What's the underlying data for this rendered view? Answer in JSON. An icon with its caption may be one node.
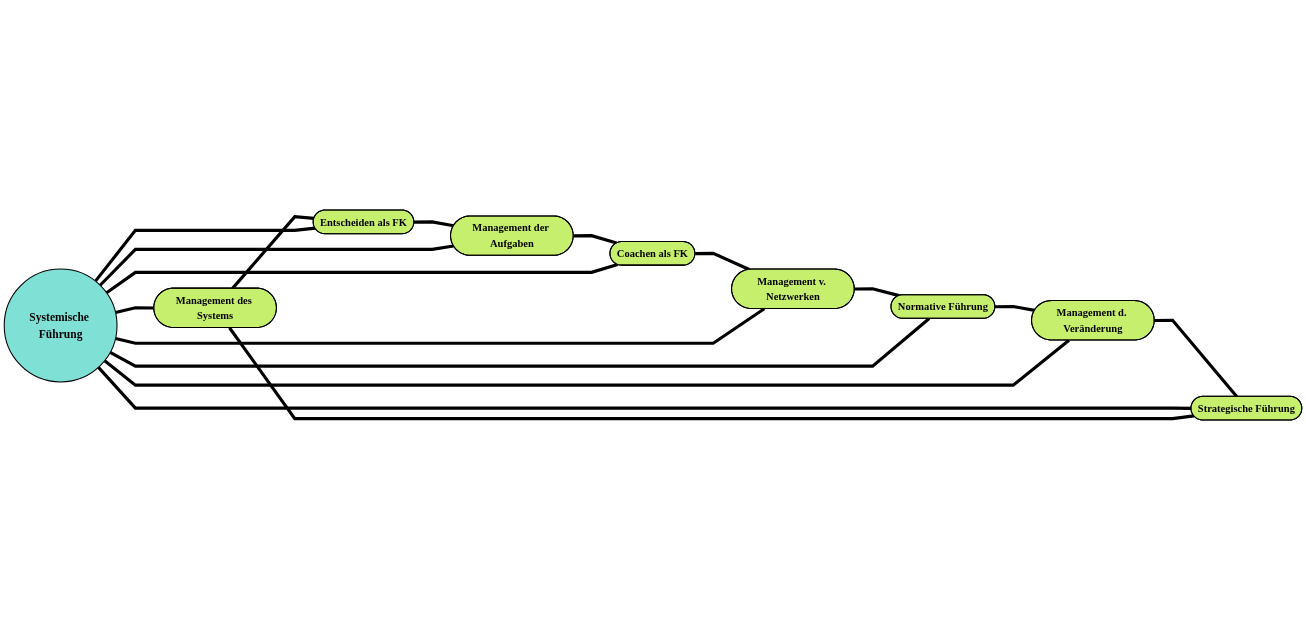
{
  "diagram": {
    "nodes": [
      {
        "text": [
          "Management des Systems"
        ]
      },
      {
        "text": [
          "Entscheiden als FK"
        ]
      },
      {
        "text": [
          "Strategische Führung"
        ]
      },
      {
        "text": [
          "Management der Aufgaben"
        ]
      },
      {
        "text": [
          "Systemische Führung"
        ]
      },
      {
        "text": [
          "Management d. Veränderung"
        ]
      },
      {
        "text": [
          "Coachen als FK"
        ]
      },
      {
        "text": [
          "Normative Führung"
        ]
      },
      {
        "text": [
          "Management v. Netzwerken"
        ]
      }
    ],
    "edges": [
      {
        "from": 0,
        "to": 1,
        "arrow": "none"
      },
      {
        "from": 1,
        "to": 3,
        "arrow": "none"
      },
      {
        "from": 3,
        "to": 6,
        "arrow": "none"
      },
      {
        "from": 6,
        "to": 8,
        "arrow": "none"
      },
      {
        "from": 8,
        "to": 7,
        "arrow": "none"
      },
      {
        "from": 7,
        "to": 5,
        "arrow": "none"
      },
      {
        "from": 5,
        "to": 2,
        "arrow": "none"
      },
      {
        "from": 2,
        "to": 0,
        "arrow": "none"
      },
      {
        "from": 4,
        "to": 0,
        "arrow": "none"
      },
      {
        "from": 4,
        "to": 1,
        "arrow": "none"
      },
      {
        "from": 4,
        "to": 2,
        "arrow": "none"
      },
      {
        "from": 4,
        "to": 3,
        "arrow": "none"
      },
      {
        "from": 4,
        "to": 5,
        "arrow": "none"
      },
      {
        "from": 4,
        "to": 6,
        "arrow": "none"
      },
      {
        "from": 4,
        "to": 7,
        "arrow": "none"
      },
      {
        "from": 4,
        "to": 8,
        "arrow": "none"
      }
    ]
  }
}
